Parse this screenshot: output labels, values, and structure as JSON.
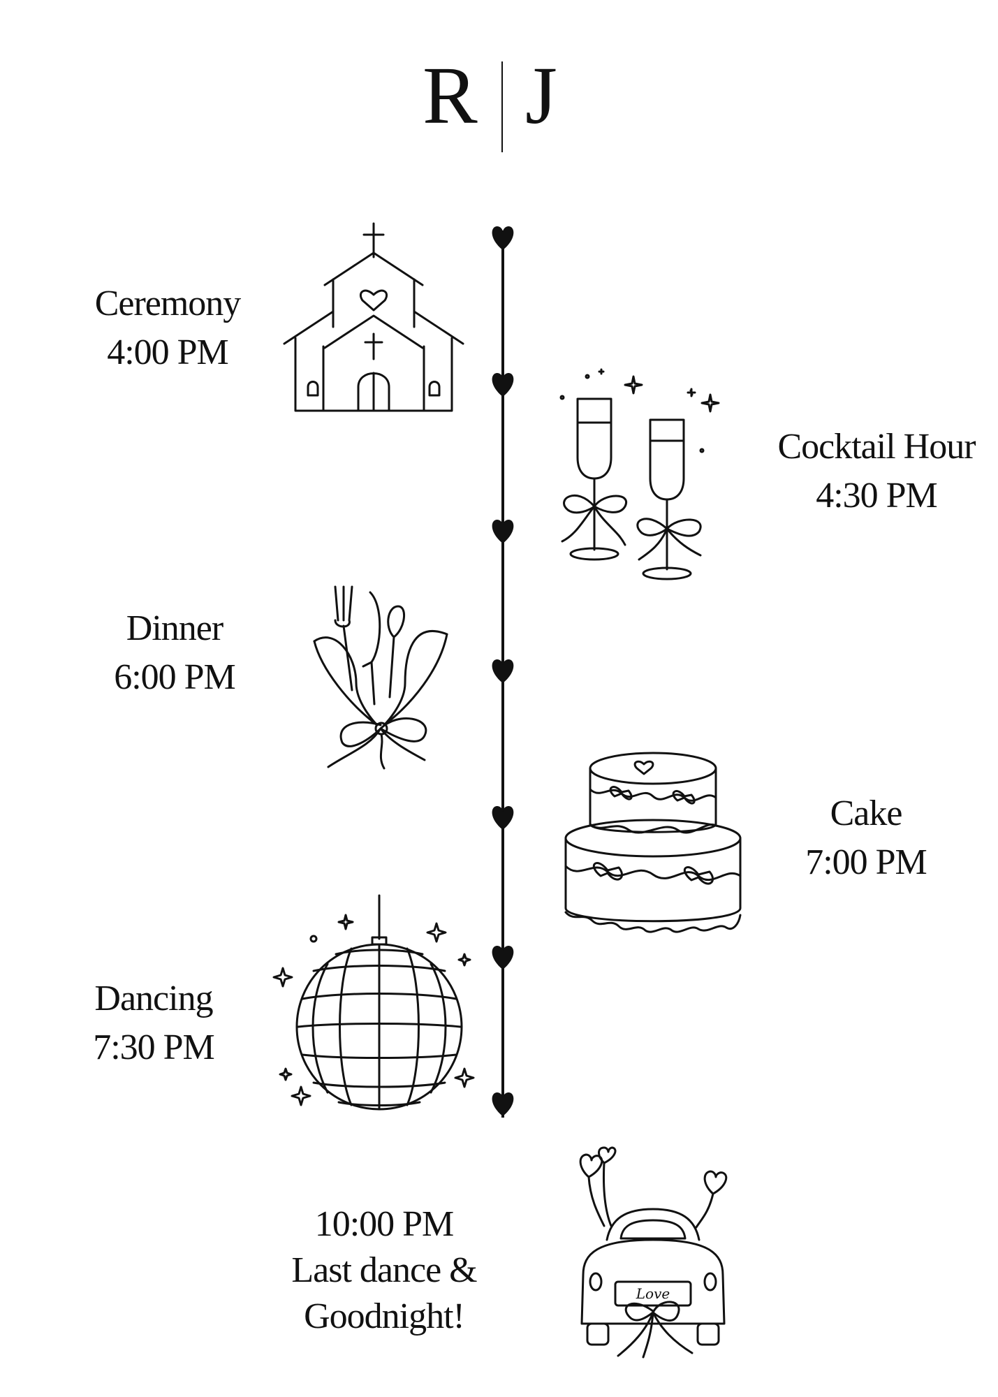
{
  "monogram": {
    "left": "R",
    "right": "J"
  },
  "events": [
    {
      "name": "Ceremony",
      "time": "4:00 PM",
      "icon": "church-icon"
    },
    {
      "name": "Cocktail Hour",
      "time": "4:30 PM",
      "icon": "champagne-glasses-icon"
    },
    {
      "name": "Dinner",
      "time": "6:00 PM",
      "icon": "cutlery-napkin-icon"
    },
    {
      "name": "Cake",
      "time": "7:00 PM",
      "icon": "wedding-cake-icon"
    },
    {
      "name": "Dancing",
      "time": "7:30 PM",
      "icon": "disco-ball-icon"
    }
  ],
  "finale": {
    "time": "10:00 PM",
    "line1": "Last dance &",
    "line2": "Goodnight!",
    "car_text": "Love",
    "icon": "getaway-car-icon"
  },
  "colors": {
    "ink": "#111111",
    "background": "#ffffff"
  }
}
